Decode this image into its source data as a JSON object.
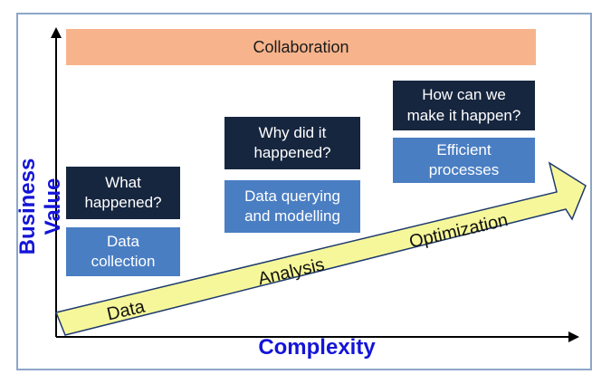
{
  "diagram": {
    "collaboration": "Collaboration",
    "y_axis_label": "Business Value",
    "x_axis_label": "Complexity",
    "arrow_labels": [
      "Data",
      "Analysis",
      "Optimization"
    ],
    "stages": [
      {
        "question": "What\nhappened?",
        "activity": "Data\ncollection"
      },
      {
        "question": "Why did it\nhappened?",
        "activity": "Data querying\nand modelling"
      },
      {
        "question": "How can we\nmake it happen?",
        "activity": "Efficient\nprocesses"
      }
    ]
  },
  "colors": {
    "question_box": "#17263f",
    "activity_box": "#4a7ec3",
    "collaboration_bar": "#f7b48c",
    "arrow_fill": "#f6f79a",
    "axis_label": "#1414d8"
  }
}
